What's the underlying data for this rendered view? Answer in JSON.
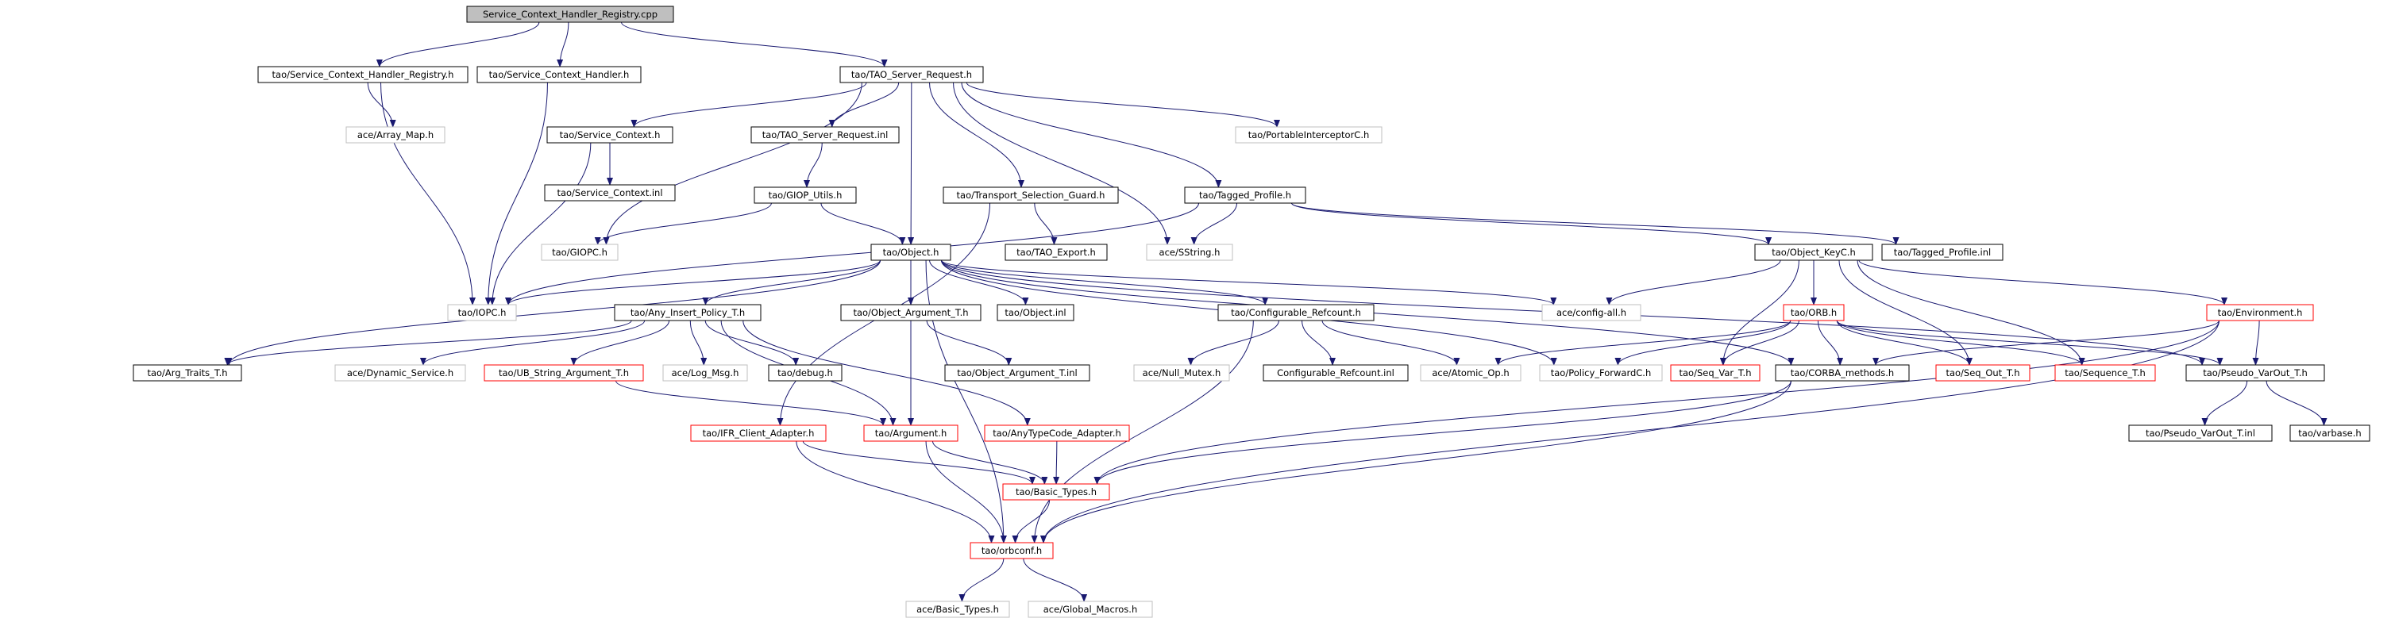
{
  "diagram": {
    "nodes": [
      {
        "id": "root",
        "label": "Service_Context_Handler_Registry.cpp",
        "style": "root"
      },
      {
        "id": "sch_registry_h",
        "label": "tao/Service_Context_Handler_Registry.h",
        "style": "normal"
      },
      {
        "id": "sch_h",
        "label": "tao/Service_Context_Handler.h",
        "style": "normal"
      },
      {
        "id": "tao_server_request_h",
        "label": "tao/TAO_Server_Request.h",
        "style": "normal"
      },
      {
        "id": "array_map_h",
        "label": "ace/Array_Map.h",
        "style": "external"
      },
      {
        "id": "service_context_h",
        "label": "tao/Service_Context.h",
        "style": "normal"
      },
      {
        "id": "tao_server_request_inl",
        "label": "tao/TAO_Server_Request.inl",
        "style": "normal"
      },
      {
        "id": "portable_interceptor_c_h",
        "label": "tao/PortableInterceptorC.h",
        "style": "external"
      },
      {
        "id": "service_context_inl",
        "label": "tao/Service_Context.inl",
        "style": "normal"
      },
      {
        "id": "giop_utils_h",
        "label": "tao/GIOP_Utils.h",
        "style": "normal"
      },
      {
        "id": "transport_selection_guard_h",
        "label": "tao/Transport_Selection_Guard.h",
        "style": "normal"
      },
      {
        "id": "tagged_profile_h",
        "label": "tao/Tagged_Profile.h",
        "style": "normal"
      },
      {
        "id": "giopc_h",
        "label": "tao/GIOPC.h",
        "style": "external"
      },
      {
        "id": "tao_export_h",
        "label": "tao/TAO_Export.h",
        "style": "normal"
      },
      {
        "id": "ace_sstring_h",
        "label": "ace/SString.h",
        "style": "external"
      },
      {
        "id": "object_h",
        "label": "tao/Object.h",
        "style": "normal"
      },
      {
        "id": "object_keyc_h",
        "label": "tao/Object_KeyC.h",
        "style": "normal"
      },
      {
        "id": "tagged_profile_inl",
        "label": "tao/Tagged_Profile.inl",
        "style": "normal"
      },
      {
        "id": "iopc_h",
        "label": "tao/IOPC.h",
        "style": "external"
      },
      {
        "id": "any_insert_policy_t_h",
        "label": "tao/Any_Insert_Policy_T.h",
        "style": "normal"
      },
      {
        "id": "object_argument_t_h",
        "label": "tao/Object_Argument_T.h",
        "style": "normal"
      },
      {
        "id": "object_inl",
        "label": "tao/Object.inl",
        "style": "normal"
      },
      {
        "id": "configurable_refcount_h",
        "label": "tao/Configurable_Refcount.h",
        "style": "normal"
      },
      {
        "id": "ace_config_all_h",
        "label": "ace/config-all.h",
        "style": "external"
      },
      {
        "id": "orb_h",
        "label": "tao/ORB.h",
        "style": "incomplete"
      },
      {
        "id": "environment_h",
        "label": "tao/Environment.h",
        "style": "incomplete"
      },
      {
        "id": "arg_traits_t_h",
        "label": "tao/Arg_Traits_T.h",
        "style": "normal"
      },
      {
        "id": "ace_dynamic_service_h",
        "label": "ace/Dynamic_Service.h",
        "style": "external"
      },
      {
        "id": "ub_string_argument_t_h",
        "label": "tao/UB_String_Argument_T.h",
        "style": "incomplete"
      },
      {
        "id": "ace_log_msg_h",
        "label": "ace/Log_Msg.h",
        "style": "external"
      },
      {
        "id": "debug_h",
        "label": "tao/debug.h",
        "style": "normal"
      },
      {
        "id": "object_argument_t_inl",
        "label": "tao/Object_Argument_T.inl",
        "style": "normal"
      },
      {
        "id": "ace_null_mutex_h",
        "label": "ace/Null_Mutex.h",
        "style": "external"
      },
      {
        "id": "configurable_refcount_inl",
        "label": "Configurable_Refcount.inl",
        "style": "normal"
      },
      {
        "id": "ace_atomic_op_h",
        "label": "ace/Atomic_Op.h",
        "style": "external"
      },
      {
        "id": "policy_forwardc_h",
        "label": "tao/Policy_ForwardC.h",
        "style": "external"
      },
      {
        "id": "seq_var_t_h",
        "label": "tao/Seq_Var_T.h",
        "style": "incomplete"
      },
      {
        "id": "corba_methods_h",
        "label": "tao/CORBA_methods.h",
        "style": "normal"
      },
      {
        "id": "seq_out_t_h",
        "label": "tao/Seq_Out_T.h",
        "style": "incomplete"
      },
      {
        "id": "sequence_t_h",
        "label": "tao/Sequence_T.h",
        "style": "incomplete"
      },
      {
        "id": "pseudo_varout_t_h",
        "label": "tao/Pseudo_VarOut_T.h",
        "style": "normal"
      },
      {
        "id": "ifr_client_adapter_h",
        "label": "tao/IFR_Client_Adapter.h",
        "style": "incomplete"
      },
      {
        "id": "argument_h",
        "label": "tao/Argument.h",
        "style": "incomplete"
      },
      {
        "id": "anytypecode_adapter_h",
        "label": "tao/AnyTypeCode_Adapter.h",
        "style": "incomplete"
      },
      {
        "id": "pseudo_varout_t_inl",
        "label": "tao/Pseudo_VarOut_T.inl",
        "style": "normal"
      },
      {
        "id": "varbase_h",
        "label": "tao/varbase.h",
        "style": "normal"
      },
      {
        "id": "basic_types_h",
        "label": "tao/Basic_Types.h",
        "style": "incomplete"
      },
      {
        "id": "orbconf_h",
        "label": "tao/orbconf.h",
        "style": "incomplete"
      },
      {
        "id": "ace_basic_types_h",
        "label": "ace/Basic_Types.h",
        "style": "external"
      },
      {
        "id": "ace_global_macros_h",
        "label": "ace/Global_Macros.h",
        "style": "external"
      }
    ],
    "edges": [
      [
        "root",
        "sch_registry_h"
      ],
      [
        "root",
        "sch_h"
      ],
      [
        "root",
        "tao_server_request_h"
      ],
      [
        "sch_registry_h",
        "array_map_h"
      ],
      [
        "sch_registry_h",
        "iopc_h"
      ],
      [
        "sch_h",
        "iopc_h"
      ],
      [
        "tao_server_request_h",
        "service_context_h"
      ],
      [
        "tao_server_request_h",
        "tao_server_request_inl"
      ],
      [
        "tao_server_request_h",
        "portable_interceptor_c_h"
      ],
      [
        "tao_server_request_h",
        "transport_selection_guard_h"
      ],
      [
        "tao_server_request_h",
        "tagged_profile_h"
      ],
      [
        "tao_server_request_h",
        "object_h"
      ],
      [
        "tao_server_request_h",
        "ace_sstring_h"
      ],
      [
        "tao_server_request_h",
        "giopc_h"
      ],
      [
        "service_context_h",
        "service_context_inl"
      ],
      [
        "service_context_h",
        "iopc_h"
      ],
      [
        "tao_server_request_inl",
        "giop_utils_h"
      ],
      [
        "giop_utils_h",
        "giopc_h"
      ],
      [
        "giop_utils_h",
        "object_h"
      ],
      [
        "transport_selection_guard_h",
        "tao_export_h"
      ],
      [
        "transport_selection_guard_h",
        "ifr_client_adapter_h"
      ],
      [
        "tagged_profile_h",
        "ace_sstring_h"
      ],
      [
        "tagged_profile_h",
        "object_keyc_h"
      ],
      [
        "tagged_profile_h",
        "tagged_profile_inl"
      ],
      [
        "tagged_profile_h",
        "iopc_h"
      ],
      [
        "object_h",
        "iopc_h"
      ],
      [
        "object_h",
        "any_insert_policy_t_h"
      ],
      [
        "object_h",
        "object_argument_t_h"
      ],
      [
        "object_h",
        "object_inl"
      ],
      [
        "object_h",
        "configurable_refcount_h"
      ],
      [
        "object_h",
        "ace_config_all_h"
      ],
      [
        "object_h",
        "arg_traits_t_h"
      ],
      [
        "object_h",
        "policy_forwardc_h"
      ],
      [
        "object_h",
        "corba_methods_h"
      ],
      [
        "object_h",
        "pseudo_varout_t_h"
      ],
      [
        "object_h",
        "orbconf_h"
      ],
      [
        "object_keyc_h",
        "ace_config_all_h"
      ],
      [
        "object_keyc_h",
        "orb_h"
      ],
      [
        "object_keyc_h",
        "environment_h"
      ],
      [
        "object_keyc_h",
        "seq_var_t_h"
      ],
      [
        "object_keyc_h",
        "seq_out_t_h"
      ],
      [
        "object_keyc_h",
        "sequence_t_h"
      ],
      [
        "any_insert_policy_t_h",
        "arg_traits_t_h"
      ],
      [
        "any_insert_policy_t_h",
        "ace_dynamic_service_h"
      ],
      [
        "any_insert_policy_t_h",
        "ub_string_argument_t_h"
      ],
      [
        "any_insert_policy_t_h",
        "ace_log_msg_h"
      ],
      [
        "any_insert_policy_t_h",
        "debug_h"
      ],
      [
        "any_insert_policy_t_h",
        "anytypecode_adapter_h"
      ],
      [
        "any_insert_policy_t_h",
        "argument_h"
      ],
      [
        "object_argument_t_h",
        "object_argument_t_inl"
      ],
      [
        "object_argument_t_h",
        "argument_h"
      ],
      [
        "configurable_refcount_h",
        "ace_null_mutex_h"
      ],
      [
        "configurable_refcount_h",
        "configurable_refcount_inl"
      ],
      [
        "configurable_refcount_h",
        "ace_atomic_op_h"
      ],
      [
        "configurable_refcount_h",
        "orbconf_h"
      ],
      [
        "orb_h",
        "ace_atomic_op_h"
      ],
      [
        "orb_h",
        "policy_forwardc_h"
      ],
      [
        "orb_h",
        "seq_var_t_h"
      ],
      [
        "orb_h",
        "corba_methods_h"
      ],
      [
        "orb_h",
        "seq_out_t_h"
      ],
      [
        "orb_h",
        "sequence_t_h"
      ],
      [
        "orb_h",
        "pseudo_varout_t_h"
      ],
      [
        "environment_h",
        "corba_methods_h"
      ],
      [
        "environment_h",
        "pseudo_varout_t_h"
      ],
      [
        "environment_h",
        "basic_types_h"
      ],
      [
        "environment_h",
        "orbconf_h"
      ],
      [
        "ub_string_argument_t_h",
        "argument_h"
      ],
      [
        "corba_methods_h",
        "basic_types_h"
      ],
      [
        "corba_methods_h",
        "orbconf_h"
      ],
      [
        "pseudo_varout_t_h",
        "pseudo_varout_t_inl"
      ],
      [
        "pseudo_varout_t_h",
        "varbase_h"
      ],
      [
        "ifr_client_adapter_h",
        "basic_types_h"
      ],
      [
        "ifr_client_adapter_h",
        "orbconf_h"
      ],
      [
        "argument_h",
        "basic_types_h"
      ],
      [
        "argument_h",
        "orbconf_h"
      ],
      [
        "anytypecode_adapter_h",
        "basic_types_h"
      ],
      [
        "basic_types_h",
        "orbconf_h"
      ],
      [
        "orbconf_h",
        "ace_basic_types_h"
      ],
      [
        "orbconf_h",
        "ace_global_macros_h"
      ]
    ],
    "colors": {
      "edge": "#191970",
      "normal_border": "#000000",
      "external_border": "#bfbfbf",
      "incomplete_border": "#ff0000",
      "root_fill": "#bfbfbf"
    }
  }
}
